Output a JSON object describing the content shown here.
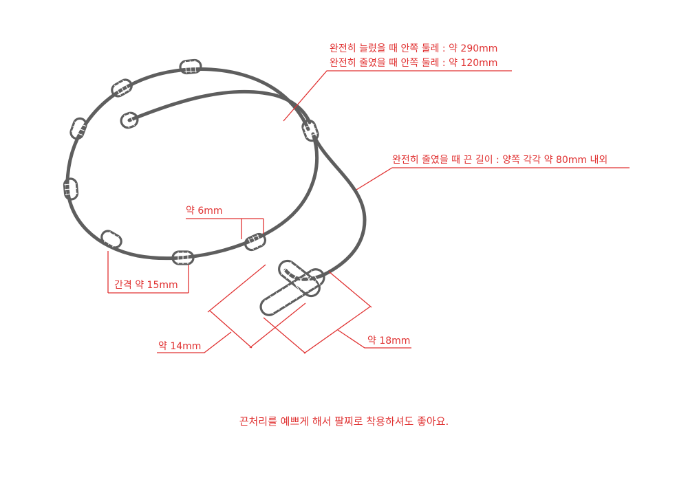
{
  "annotations": {
    "stretched_circumference": "완전히 늘렸을 때 안쪽 둘레 : 약 290mm",
    "shrunk_circumference": "완전히 줄였을 때 안쪽 둘레 : 약 120mm",
    "tail_length": "완전히 줄였을 때 끈 길이 : 양쪽 각각 약 80mm 내외",
    "bead_width": "약 6mm",
    "bead_spacing": "간격 약 15mm",
    "knot_height": "약 14mm",
    "knot_width": "약 18mm"
  },
  "caption": "끈처리를 예쁘게 해서 팔찌로 착용하셔도 좋아요.",
  "colors": {
    "annotation": "#e03131",
    "cord": "#5e5e5e",
    "background": "#ffffff"
  }
}
